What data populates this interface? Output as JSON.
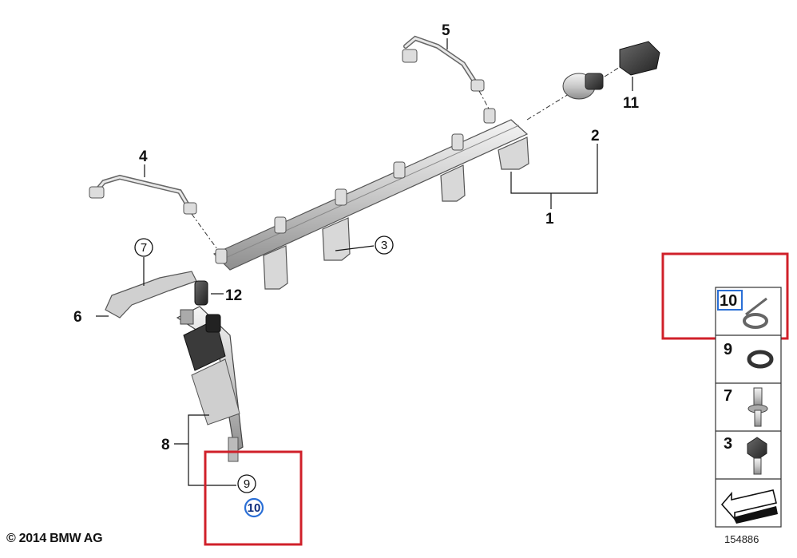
{
  "diagram": {
    "callouts": {
      "c1": "1",
      "c2": "2",
      "c3": "3",
      "c4": "4",
      "c5": "5",
      "c6": "6",
      "c7": "7",
      "c8": "8",
      "c9": "9",
      "c10": "10",
      "c11": "11",
      "c12": "12"
    },
    "side_panel": {
      "items": [
        {
          "label": "10"
        },
        {
          "label": "9"
        },
        {
          "label": "7"
        },
        {
          "label": "3"
        }
      ]
    },
    "highlight_color": "#d0202a",
    "selection_color": "#2a6fd6"
  },
  "footer": {
    "copyright": "© 2014 BMW AG",
    "reference": "154886"
  }
}
